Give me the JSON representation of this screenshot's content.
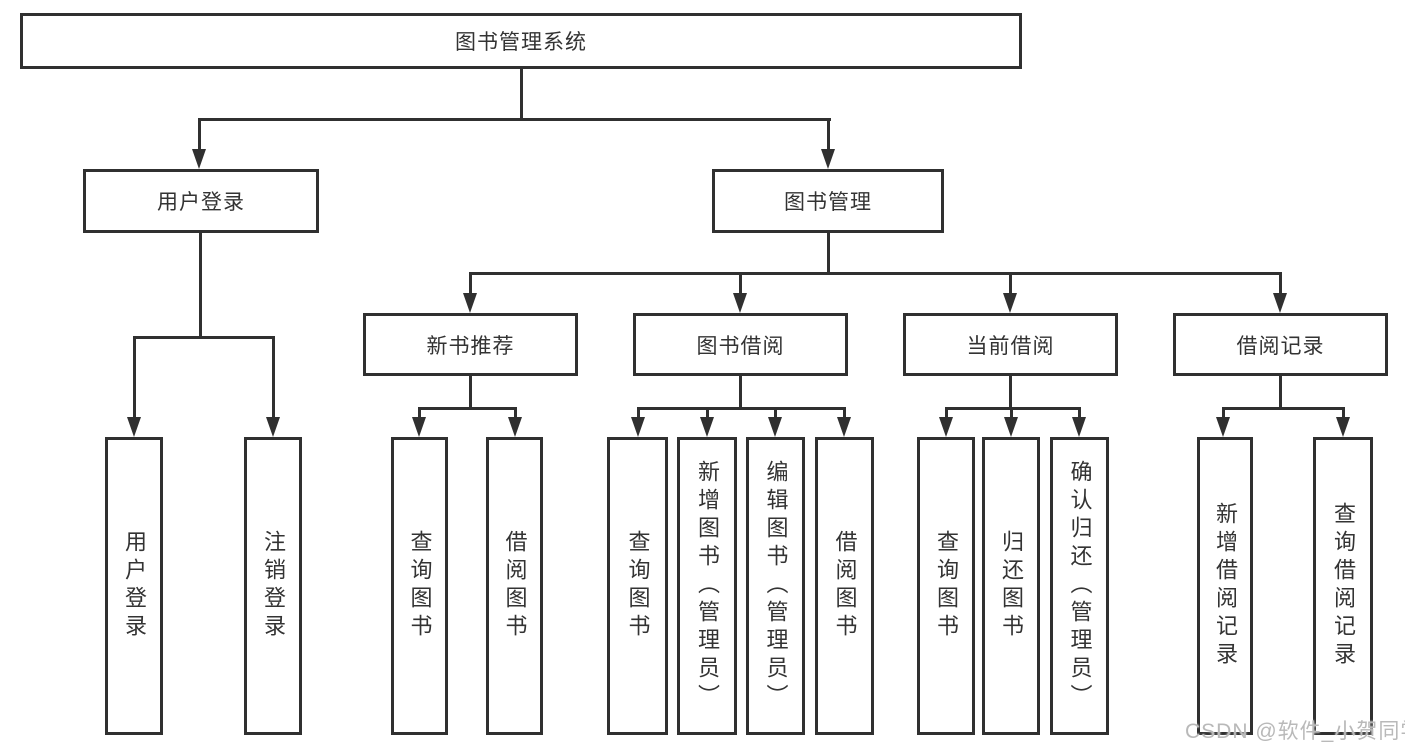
{
  "tree": {
    "root": {
      "label": "图书管理系统",
      "children": [
        {
          "label": "用户登录",
          "children": [
            {
              "label": "用户登录"
            },
            {
              "label": "注销登录"
            }
          ]
        },
        {
          "label": "图书管理",
          "children": [
            {
              "label": "新书推荐",
              "children": [
                {
                  "label": "查询图书"
                },
                {
                  "label": "借阅图书"
                }
              ]
            },
            {
              "label": "图书借阅",
              "children": [
                {
                  "label": "查询图书"
                },
                {
                  "label": "新增图书（管理员）"
                },
                {
                  "label": "编辑图书（管理员）"
                },
                {
                  "label": "借阅图书"
                }
              ]
            },
            {
              "label": "当前借阅",
              "children": [
                {
                  "label": "查询图书"
                },
                {
                  "label": "归还图书"
                },
                {
                  "label": "确认归还（管理员）"
                }
              ]
            },
            {
              "label": "借阅记录",
              "children": [
                {
                  "label": "新增借阅记录"
                },
                {
                  "label": "查询借阅记录"
                }
              ]
            }
          ]
        }
      ]
    }
  },
  "watermark": {
    "text": "CSDN @软件_小贺同学"
  },
  "colors": {
    "line": "#303030",
    "text": "#333333",
    "background": "#ffffff",
    "watermark": "#b9b9b9"
  }
}
